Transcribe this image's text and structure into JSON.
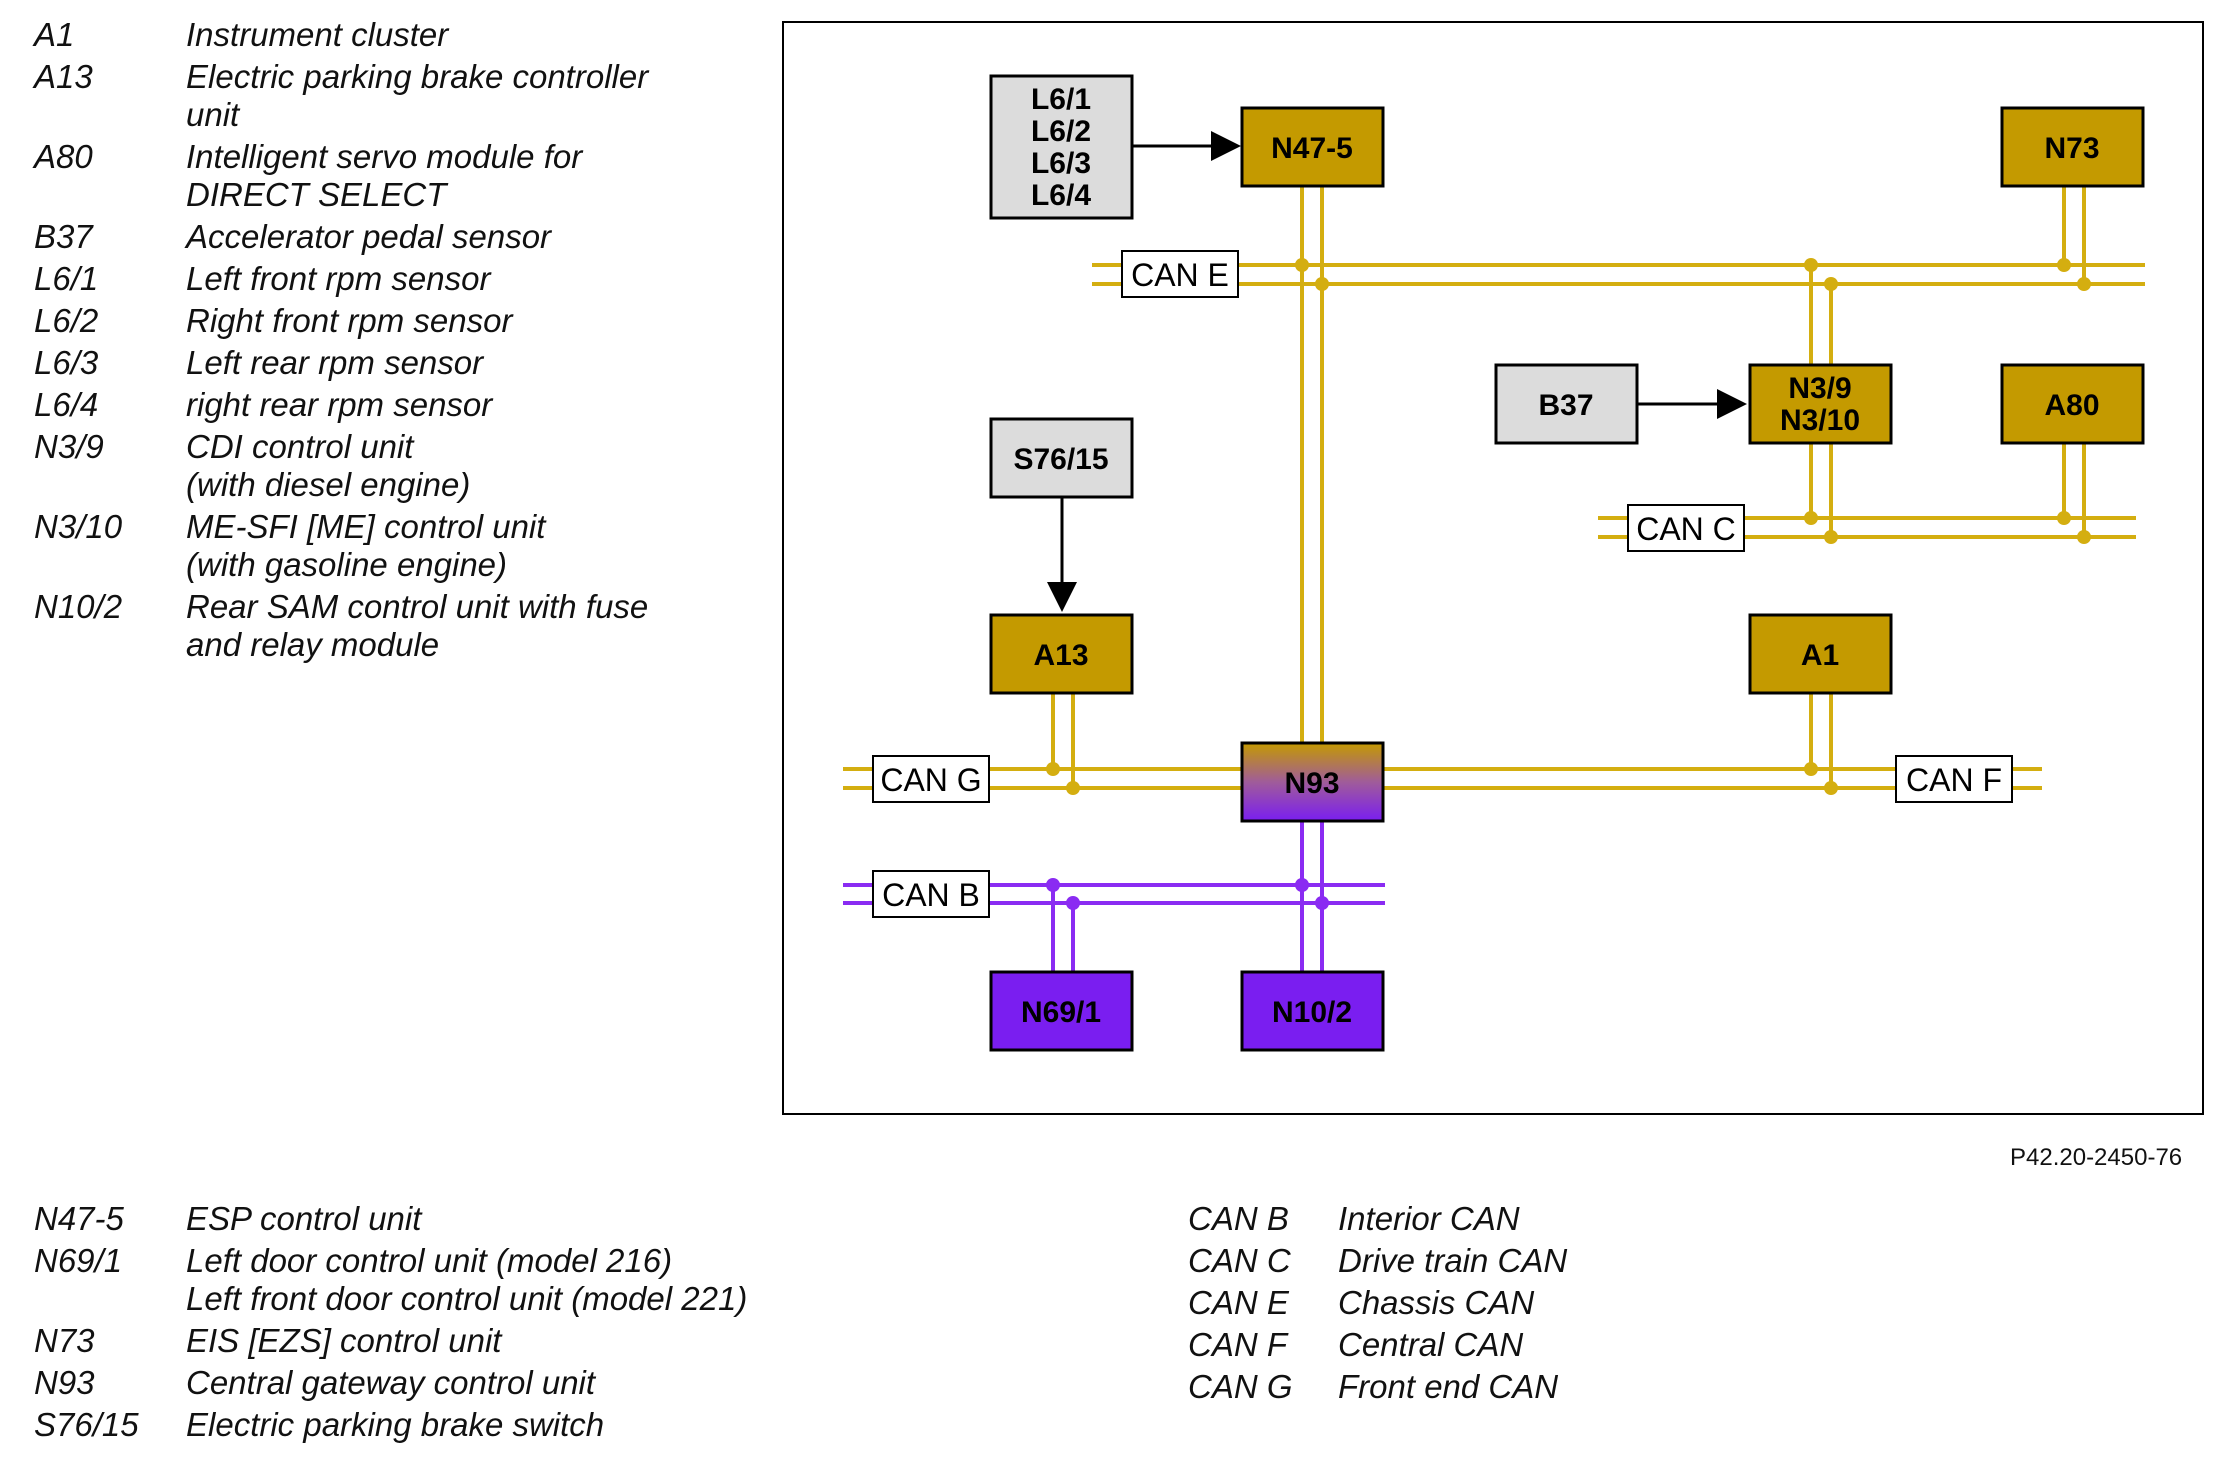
{
  "legend_top": [
    {
      "code": "A1",
      "lines": [
        "Instrument cluster"
      ]
    },
    {
      "code": "A13",
      "lines": [
        "Electric parking brake controller",
        "unit"
      ]
    },
    {
      "code": "A80",
      "lines": [
        "Intelligent servo module for",
        "DIRECT SELECT"
      ]
    },
    {
      "code": "B37",
      "lines": [
        "Accelerator pedal sensor"
      ]
    },
    {
      "code": "L6/1",
      "lines": [
        "Left front rpm sensor"
      ]
    },
    {
      "code": "L6/2",
      "lines": [
        "Right front rpm sensor"
      ]
    },
    {
      "code": "L6/3",
      "lines": [
        "Left rear rpm sensor"
      ]
    },
    {
      "code": "L6/4",
      "lines": [
        "right rear rpm sensor"
      ]
    },
    {
      "code": "N3/9",
      "lines": [
        "CDI control unit",
        "(with diesel engine)"
      ]
    },
    {
      "code": "N3/10",
      "lines": [
        "ME-SFI [ME] control unit",
        "(with gasoline engine)"
      ]
    },
    {
      "code": "N10/2",
      "lines": [
        "Rear SAM control unit with fuse",
        "and relay module"
      ]
    }
  ],
  "legend_bottom_left": [
    {
      "code": "N47-5",
      "lines": [
        "ESP control unit"
      ]
    },
    {
      "code": "N69/1",
      "lines": [
        "Left door control unit (model 216)",
        "Left front door control unit (model 221)"
      ]
    },
    {
      "code": "N73",
      "lines": [
        "EIS [EZS] control unit"
      ]
    },
    {
      "code": "N93",
      "lines": [
        "Central gateway control unit"
      ]
    },
    {
      "code": "S76/15",
      "lines": [
        "Electric parking brake switch"
      ]
    }
  ],
  "legend_bottom_right": [
    {
      "code": "CAN B",
      "lines": [
        "Interior CAN"
      ]
    },
    {
      "code": "CAN C",
      "lines": [
        "Drive train CAN"
      ]
    },
    {
      "code": "CAN E",
      "lines": [
        "Chassis CAN"
      ]
    },
    {
      "code": "CAN F",
      "lines": [
        "Central CAN"
      ]
    },
    {
      "code": "CAN G",
      "lines": [
        "Front end CAN"
      ]
    }
  ],
  "figure_ref": "P42.20-2450-76",
  "diagram": {
    "sensors": {
      "l6": [
        "L6/1",
        "L6/2",
        "L6/3",
        "L6/4"
      ],
      "s76": "S76/15",
      "b37": "B37"
    },
    "modules": {
      "n47": "N47-5",
      "n73": "N73",
      "n3": [
        "N3/9",
        "N3/10"
      ],
      "a80": "A80",
      "a13": "A13",
      "a1": "A1",
      "n93": "N93",
      "n69": "N69/1",
      "n10": "N10/2"
    },
    "buses": {
      "can_e": "CAN E",
      "can_c": "CAN C",
      "can_g": "CAN G",
      "can_f": "CAN F",
      "can_b": "CAN B"
    },
    "colors": {
      "gold_module": "#C49A00",
      "gold_line": "#D4AE10",
      "purple_module": "#7A1EF0",
      "purple_line": "#8A2BF2",
      "sensor_fill": "#DCDCDC"
    }
  }
}
